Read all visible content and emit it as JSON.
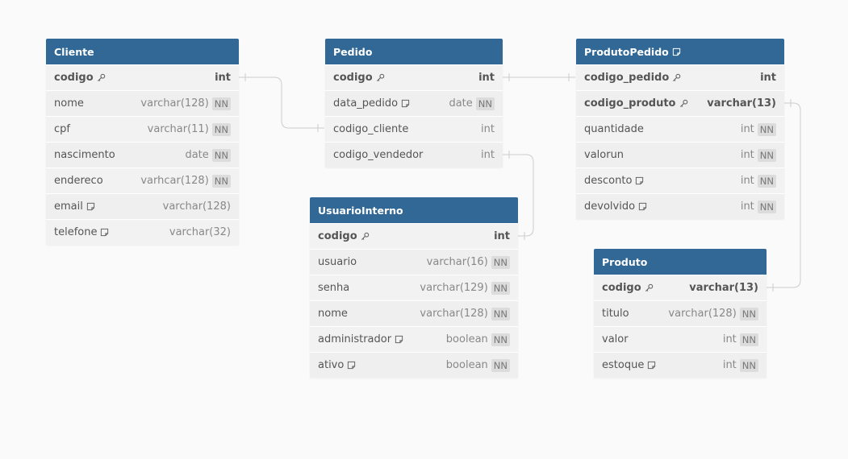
{
  "tables": [
    {
      "id": "cliente",
      "name": "Cliente",
      "has_note": false,
      "fields": [
        {
          "name": "codigo",
          "type": "int",
          "pk": true,
          "nn": false,
          "note": false
        },
        {
          "name": "nome",
          "type": "varchar(128)",
          "pk": false,
          "nn": true,
          "note": false
        },
        {
          "name": "cpf",
          "type": "varchar(11)",
          "pk": false,
          "nn": true,
          "note": false
        },
        {
          "name": "nascimento",
          "type": "date",
          "pk": false,
          "nn": true,
          "note": false
        },
        {
          "name": "endereco",
          "type": "varhcar(128)",
          "pk": false,
          "nn": true,
          "note": false
        },
        {
          "name": "email",
          "type": "varchar(128)",
          "pk": false,
          "nn": false,
          "note": true
        },
        {
          "name": "telefone",
          "type": "varchar(32)",
          "pk": false,
          "nn": false,
          "note": true
        }
      ]
    },
    {
      "id": "pedido",
      "name": "Pedido",
      "has_note": false,
      "fields": [
        {
          "name": "codigo",
          "type": "int",
          "pk": true,
          "nn": false,
          "note": false
        },
        {
          "name": "data_pedido",
          "type": "date",
          "pk": false,
          "nn": true,
          "note": true
        },
        {
          "name": "codigo_cliente",
          "type": "int",
          "pk": false,
          "nn": false,
          "note": false
        },
        {
          "name": "codigo_vendedor",
          "type": "int",
          "pk": false,
          "nn": false,
          "note": false
        }
      ]
    },
    {
      "id": "produtopedido",
      "name": "ProdutoPedido",
      "has_note": true,
      "fields": [
        {
          "name": "codigo_pedido",
          "type": "int",
          "pk": true,
          "nn": false,
          "note": false
        },
        {
          "name": "codigo_produto",
          "type": "varchar(13)",
          "pk": true,
          "nn": false,
          "note": false
        },
        {
          "name": "quantidade",
          "type": "int",
          "pk": false,
          "nn": true,
          "note": false
        },
        {
          "name": "valorun",
          "type": "int",
          "pk": false,
          "nn": true,
          "note": false
        },
        {
          "name": "desconto",
          "type": "int",
          "pk": false,
          "nn": true,
          "note": true
        },
        {
          "name": "devolvido",
          "type": "int",
          "pk": false,
          "nn": true,
          "note": true
        }
      ]
    },
    {
      "id": "usuariointerno",
      "name": "UsuarioInterno",
      "has_note": false,
      "fields": [
        {
          "name": "codigo",
          "type": "int",
          "pk": true,
          "nn": false,
          "note": false
        },
        {
          "name": "usuario",
          "type": "varchar(16)",
          "pk": false,
          "nn": true,
          "note": false
        },
        {
          "name": "senha",
          "type": "varchar(129)",
          "pk": false,
          "nn": true,
          "note": false
        },
        {
          "name": "nome",
          "type": "varchar(128)",
          "pk": false,
          "nn": true,
          "note": false
        },
        {
          "name": "administrador",
          "type": "boolean",
          "pk": false,
          "nn": true,
          "note": true
        },
        {
          "name": "ativo",
          "type": "boolean",
          "pk": false,
          "nn": true,
          "note": true
        }
      ]
    },
    {
      "id": "produto",
      "name": "Produto",
      "has_note": false,
      "fields": [
        {
          "name": "codigo",
          "type": "varchar(13)",
          "pk": true,
          "nn": false,
          "note": false
        },
        {
          "name": "titulo",
          "type": "varchar(128)",
          "pk": false,
          "nn": true,
          "note": false
        },
        {
          "name": "valor",
          "type": "int",
          "pk": false,
          "nn": true,
          "note": false
        },
        {
          "name": "estoque",
          "type": "int",
          "pk": false,
          "nn": true,
          "note": true
        }
      ]
    }
  ],
  "nn_label": "NN",
  "relationships": [
    {
      "from": "cliente.codigo",
      "to": "pedido.codigo_cliente"
    },
    {
      "from": "pedido.codigo",
      "to": "produtopedido.codigo_pedido"
    },
    {
      "from": "pedido.codigo_vendedor",
      "to": "usuariointerno.codigo"
    },
    {
      "from": "produtopedido.codigo_produto",
      "to": "produto.codigo"
    }
  ],
  "colors": {
    "header": "#316896",
    "background": "#fafafa",
    "connector": "#cccccc"
  }
}
